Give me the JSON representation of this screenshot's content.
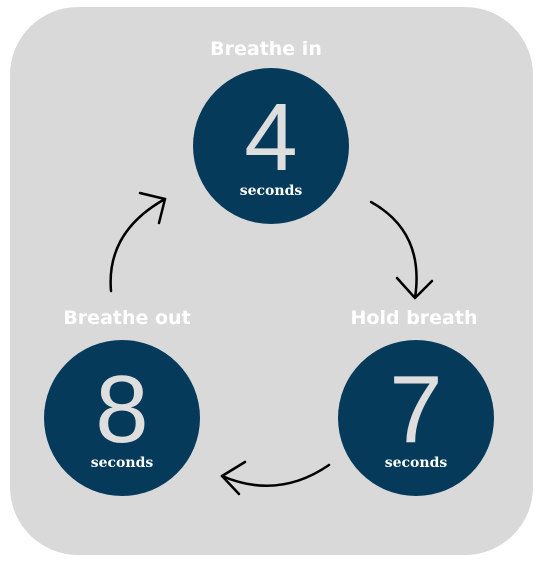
{
  "steps": [
    {
      "label": "Breathe in",
      "number": "4",
      "unit": "seconds"
    },
    {
      "label": "Hold breath",
      "number": "7",
      "unit": "seconds"
    },
    {
      "label": "Breathe out",
      "number": "8",
      "unit": "seconds"
    }
  ],
  "colors": {
    "background": "#d9d9d9",
    "circle": "#053a5b",
    "number": "#dedede",
    "label": "#ffffff",
    "arrow": "#000000"
  }
}
